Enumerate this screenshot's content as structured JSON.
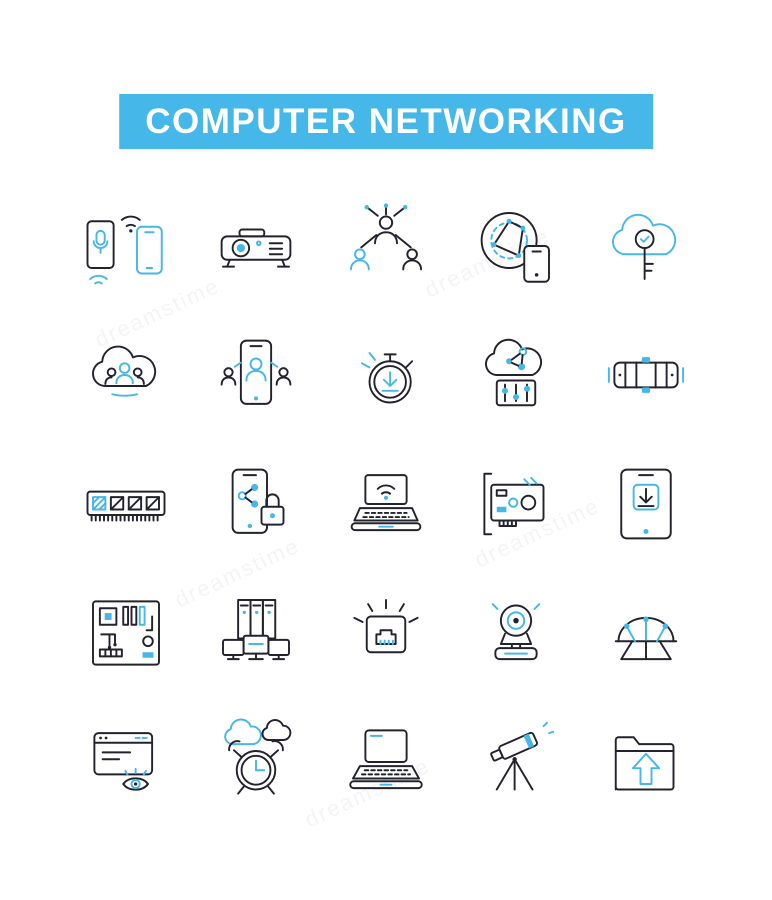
{
  "banner": {
    "title": "COMPUTER NETWORKING"
  },
  "colors": {
    "accent": "#45B7E8",
    "line": "#23232E",
    "banner_bg": "#45B7E8",
    "banner_text": "#FFFFFF",
    "background": "#FFFFFF"
  },
  "watermark": {
    "text": "dreamstime"
  },
  "icons": [
    {
      "name": "mobile-devices-wifi-icon",
      "label": "mobile phone and smartphone with wifi"
    },
    {
      "name": "projector-icon",
      "label": "projector"
    },
    {
      "name": "user-network-icon",
      "label": "person connected to user network"
    },
    {
      "name": "global-network-tablet-icon",
      "label": "global network sphere with tablet"
    },
    {
      "name": "cloud-key-icon",
      "label": "cloud with security key"
    },
    {
      "name": "cloud-users-icon",
      "label": "cloud with user group"
    },
    {
      "name": "video-call-phone-icon",
      "label": "smartphone video call with contacts"
    },
    {
      "name": "download-timer-icon",
      "label": "stopwatch with download arrow"
    },
    {
      "name": "cloud-network-sliders-icon",
      "label": "cloud network with settings sliders"
    },
    {
      "name": "server-module-icon",
      "label": "server hardware module"
    },
    {
      "name": "ram-memory-icon",
      "label": "RAM memory module"
    },
    {
      "name": "phone-share-lock-icon",
      "label": "smartphone sharing with padlock"
    },
    {
      "name": "laptop-wifi-icon",
      "label": "laptop with wifi signal"
    },
    {
      "name": "expansion-card-icon",
      "label": "expansion sound card"
    },
    {
      "name": "tablet-download-icon",
      "label": "tablet with download arrow"
    },
    {
      "name": "motherboard-icon",
      "label": "motherboard circuit board"
    },
    {
      "name": "server-monitors-icon",
      "label": "server towers with monitors"
    },
    {
      "name": "ethernet-port-icon",
      "label": "ethernet network port"
    },
    {
      "name": "webcam-icon",
      "label": "webcam on stand"
    },
    {
      "name": "network-device-icon",
      "label": "network device with circuit nodes"
    },
    {
      "name": "browser-eye-icon",
      "label": "browser window with monitoring eye"
    },
    {
      "name": "alarm-clouds-icon",
      "label": "alarm clock with clouds"
    },
    {
      "name": "laptop-icon",
      "label": "laptop computer"
    },
    {
      "name": "telescope-icon",
      "label": "telescope on tripod"
    },
    {
      "name": "folder-upload-icon",
      "label": "folder with upload arrow"
    }
  ]
}
